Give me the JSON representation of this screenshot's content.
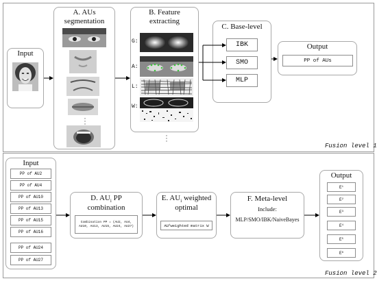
{
  "level1": {
    "fusion_label": "Fusion level 1",
    "input_title": "Input",
    "a_title_1": "A. AUs",
    "a_title_2": "segmentation",
    "b_title_1": "B. Feature",
    "b_title_2": "extracting",
    "feature_labels": [
      "G:",
      "A:",
      "L:",
      "W:"
    ],
    "c_title": "C. Base-level",
    "classifiers": [
      "IBK",
      "SMO",
      "MLP"
    ],
    "output_title": "Output",
    "output_value": "PP of AUs"
  },
  "level2": {
    "fusion_label": "Fusion level 2",
    "input_title": "Input",
    "inputs": [
      "PP of AU2",
      "PP of AU4",
      "PP of AU10",
      "PP of AU13",
      "PP of AU15",
      "PP of AU16",
      "PP of AU24",
      "PP of AU27"
    ],
    "d_title_1": "D. AU",
    "d_title_sub": "i",
    "d_title_2": " PP",
    "d_title_3": "combination",
    "combination_text": "Combination PP = (AU2, AU4, AU10, AU13, AU15, AU24, AU27)",
    "e_title_1": "E. AU",
    "e_title_sub": "i",
    "e_title_2": " weighted",
    "e_title_3": "optimal",
    "weighted_label_1": "AU",
    "weighted_label_sub": "i",
    "weighted_label_2": " weighted matrix W",
    "f_title": "F. Meta-level",
    "f_include": "Include:",
    "f_methods": "MLP/SMO/IBK/NaiveBayes",
    "output_title": "Output",
    "outputs": [
      "E",
      "E",
      "E",
      "E",
      "E",
      "E"
    ],
    "output_subs": [
      "1",
      "2",
      "3",
      "4",
      "5",
      "6"
    ]
  },
  "colors": {
    "border": "#9a9a9a",
    "arrow": "#000000",
    "eye_overlay": "#3fbf3f"
  }
}
